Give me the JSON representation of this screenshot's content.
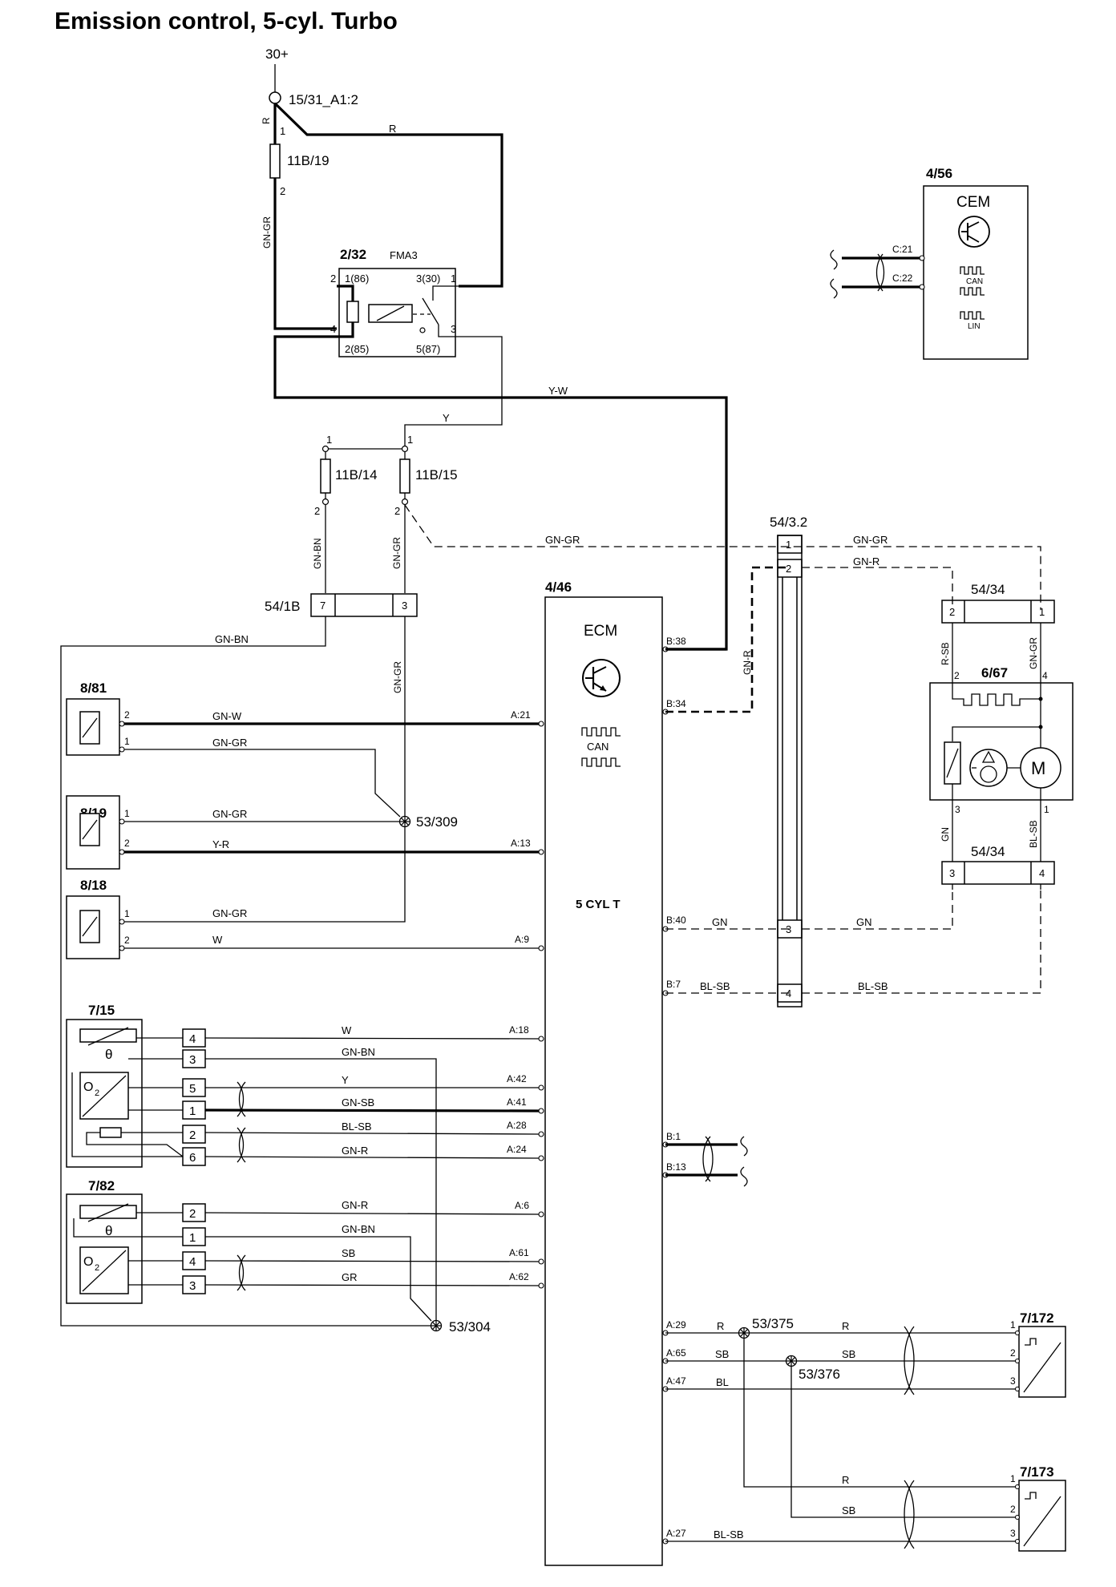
{
  "title": "Emission control, 5-cyl. Turbo",
  "supply": {
    "label": "30+",
    "node": "15/31_A1:2",
    "fuse_top": "11B/19"
  },
  "relay": {
    "id": "2/32",
    "name": "FMA3",
    "p86": "1(86)",
    "p30": "3(30)",
    "p85": "2(85)",
    "p87": "5(87)"
  },
  "fuses": {
    "f14": "11B/14",
    "f15": "11B/15"
  },
  "ecm": {
    "id": "4/46",
    "name": "ECM",
    "bus": "CAN",
    "variant": "5 CYL T"
  },
  "cem": {
    "id": "4/56",
    "name": "CEM",
    "bus_can": "CAN",
    "bus_lin": "LIN",
    "pin_c21": "C:21",
    "pin_c22": "C:22"
  },
  "connectors": {
    "c54_1b": "54/1B",
    "c54_3_2": "54/3.2",
    "c54_34a": "54/34",
    "c54_34b": "54/34",
    "c6_67": "6/67",
    "motor": "M"
  },
  "sensors": {
    "s8_81": "8/81",
    "s8_19": "8/19",
    "s8_18": "8/18",
    "s7_15": "7/15",
    "s7_82": "7/82",
    "s7_172": "7/172",
    "s7_173": "7/173",
    "o2": "O",
    "o2_sub": "2",
    "theta": "θ"
  },
  "splices": {
    "sp309": "53/309",
    "sp304": "53/304",
    "sp375": "53/375",
    "sp376": "53/376"
  },
  "wire_colors": {
    "r": "R",
    "gn_gr": "GN-GR",
    "y_w": "Y-W",
    "y": "Y",
    "gn_bn": "GN-BN",
    "gn_w": "GN-W",
    "y_r": "Y-R",
    "w": "W",
    "gn_sb": "GN-SB",
    "bl_sb": "BL-SB",
    "gn_r": "GN-R",
    "sb": "SB",
    "gr": "GR",
    "gn": "GN",
    "r_sb": "R-SB",
    "bl": "BL"
  },
  "ecm_pins": {
    "b38": "B:38",
    "b34": "B:34",
    "a21": "A:21",
    "a13": "A:13",
    "b40": "B:40",
    "a9": "A:9",
    "b7": "B:7",
    "a18": "A:18",
    "a42": "A:42",
    "a41": "A:41",
    "a28": "A:28",
    "a24": "A:24",
    "b1": "B:1",
    "b13": "B:13",
    "a6": "A:6",
    "a61": "A:61",
    "a62": "A:62",
    "a29": "A:29",
    "a65": "A:65",
    "a47": "A:47",
    "a27": "A:27"
  },
  "pins": {
    "p1": "1",
    "p2": "2",
    "p3": "3",
    "p4": "4",
    "p5": "5",
    "p6": "6",
    "p7": "7"
  }
}
